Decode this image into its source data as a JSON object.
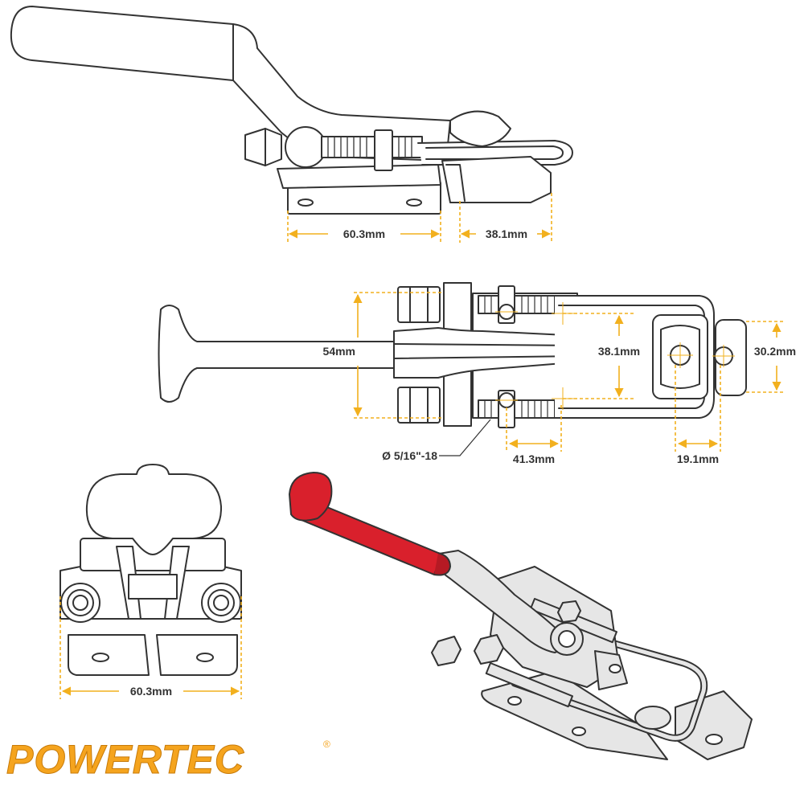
{
  "colors": {
    "dimension_line": "#f2b01e",
    "outline": "#333333",
    "handle_grip": "#d9202c",
    "metal_fill": "#e6e6e6",
    "brand": "#f5a41e"
  },
  "side_view": {
    "dim_base_length": "60.3mm",
    "dim_hook_length": "38.1mm"
  },
  "top_view": {
    "dim_overall_width": "54mm",
    "dim_bolt_spacing": "38.1mm",
    "dim_catch_width": "30.2mm",
    "thread_callout": "Ø 5/16\"-18",
    "dim_bolt_travel": "41.3mm",
    "dim_catch_depth": "19.1mm"
  },
  "end_view": {
    "dim_base_width": "60.3mm"
  },
  "brand": {
    "logo_text": "POWERTEC",
    "registered_mark": "®"
  }
}
